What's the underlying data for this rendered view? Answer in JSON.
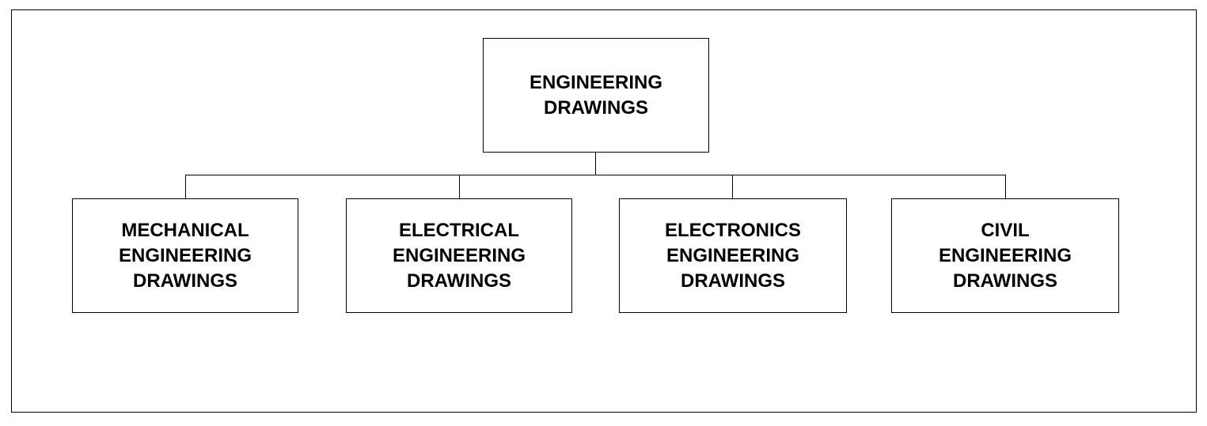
{
  "diagram": {
    "root": {
      "lines": [
        "ENGINEERING",
        "DRAWINGS"
      ]
    },
    "children": [
      {
        "lines": [
          "MECHANICAL",
          "ENGINEERING",
          "DRAWINGS"
        ]
      },
      {
        "lines": [
          "ELECTRICAL",
          "ENGINEERING",
          "DRAWINGS"
        ]
      },
      {
        "lines": [
          "ELECTRONICS",
          "ENGINEERING",
          "DRAWINGS"
        ]
      },
      {
        "lines": [
          "CIVIL",
          "ENGINEERING",
          "DRAWINGS"
        ]
      }
    ],
    "colors": {
      "stroke": "#000000",
      "background": "#ffffff",
      "text": "#000000"
    }
  }
}
